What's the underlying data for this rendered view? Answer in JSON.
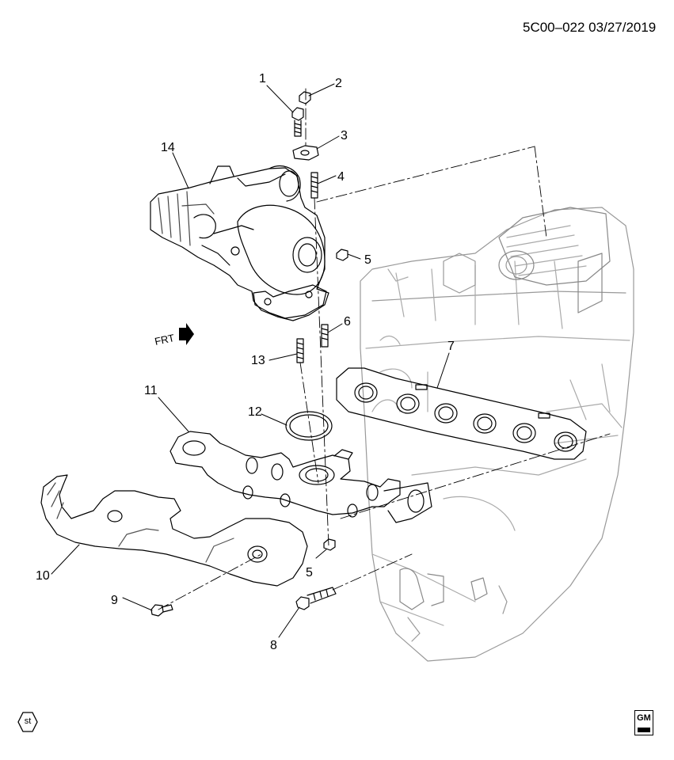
{
  "header": {
    "reference": "5C00–022  03/27/2019"
  },
  "front_indicator": {
    "label": "FRT"
  },
  "callouts": [
    {
      "id": "c1",
      "number": "1"
    },
    {
      "id": "c2",
      "number": "2"
    },
    {
      "id": "c3",
      "number": "3"
    },
    {
      "id": "c4",
      "number": "4"
    },
    {
      "id": "c5a",
      "number": "5"
    },
    {
      "id": "c6",
      "number": "6"
    },
    {
      "id": "c7",
      "number": "7"
    },
    {
      "id": "c5b",
      "number": "5"
    },
    {
      "id": "c8",
      "number": "8"
    },
    {
      "id": "c9",
      "number": "9"
    },
    {
      "id": "c10",
      "number": "10"
    },
    {
      "id": "c11",
      "number": "11"
    },
    {
      "id": "c12",
      "number": "12"
    },
    {
      "id": "c13",
      "number": "13"
    },
    {
      "id": "c14",
      "number": "14"
    }
  ],
  "footer": {
    "st_badge": "st",
    "brand_logo": "GM"
  },
  "icons": [
    "st-badge-icon",
    "gm-logo-icon",
    "front-arrow-icon"
  ]
}
